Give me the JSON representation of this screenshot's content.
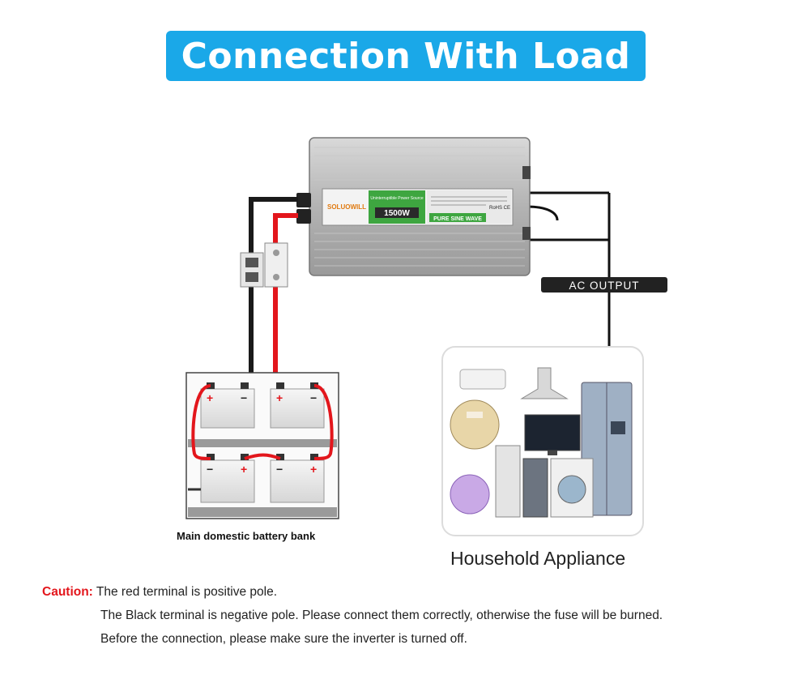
{
  "title": "Connection With Load",
  "inverter": {
    "brand": "SOLUOWILL",
    "panel_heading": "Uninterruptible Power Source",
    "power_rating": "1500W",
    "waveform": "PURE SINE WAVE",
    "cert": "RoHS CE"
  },
  "ac_output_label": "AC OUTPUT",
  "battery_bank_label": "Main domestic battery bank",
  "appliance_label": "Household Appliance",
  "caution": {
    "label": "Caution:",
    "line1": "The red terminal is positive pole.",
    "line2": "The Black terminal is negative pole. Please connect them correctly, otherwise the fuse will be burned.",
    "line3": "Before the connection, please make sure the inverter is turned off."
  },
  "colors": {
    "banner": "#1aa8e8",
    "positive_wire": "#e3161c",
    "negative_wire": "#1a1a1a",
    "caution_label": "#e3161c"
  }
}
